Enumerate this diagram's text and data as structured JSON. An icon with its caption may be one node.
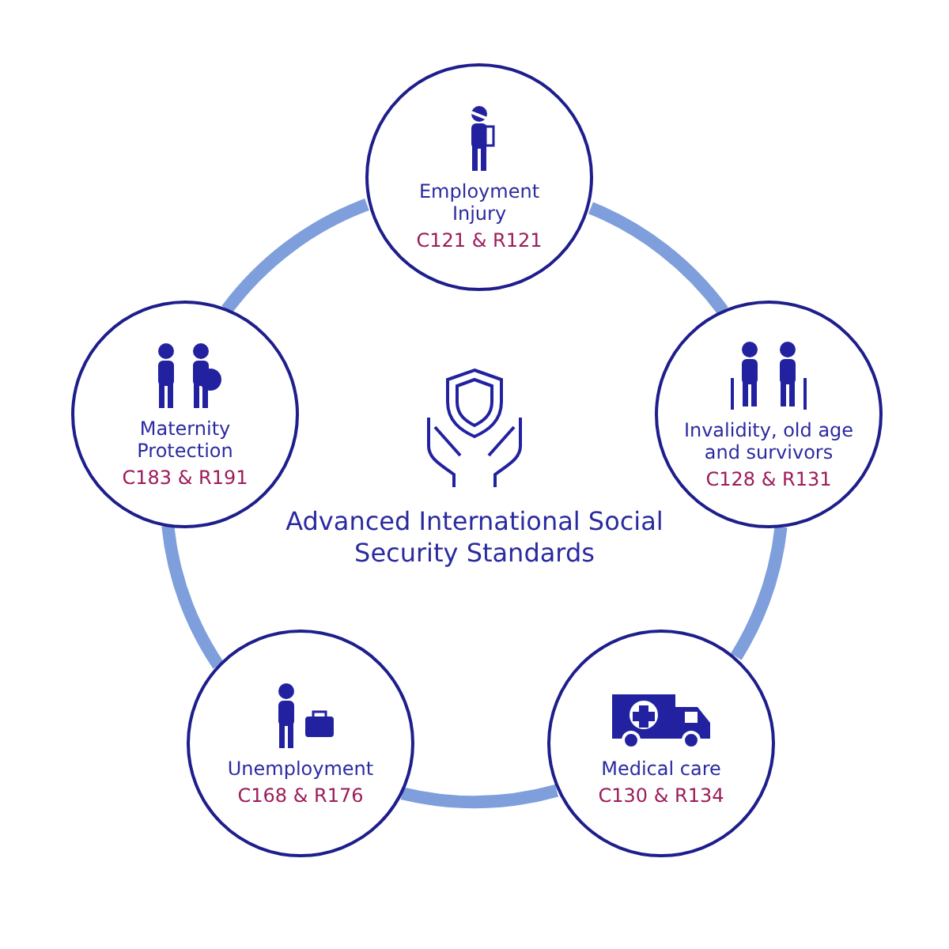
{
  "diagram": {
    "title": "Advanced International Social Security Standards",
    "nodes": [
      {
        "text": [
          "Employment Injury",
          "C121 & R121"
        ]
      },
      {
        "text": [
          "Maternity Protection",
          "C183 & R191"
        ]
      },
      {
        "text": [
          "Invalidity, old age and survivors",
          "C128 & R131"
        ]
      },
      {
        "text": [
          "Unemployment",
          "C168 & R176"
        ]
      },
      {
        "text": [
          "Medical care",
          "C130 & R134"
        ]
      }
    ],
    "edges": [
      {
        "from": 0,
        "to": 2,
        "arrow": "none"
      },
      {
        "from": 2,
        "to": 4,
        "arrow": "none"
      },
      {
        "from": 4,
        "to": 3,
        "arrow": "none"
      },
      {
        "from": 3,
        "to": 1,
        "arrow": "none"
      },
      {
        "from": 1,
        "to": 0,
        "arrow": "none"
      }
    ]
  }
}
